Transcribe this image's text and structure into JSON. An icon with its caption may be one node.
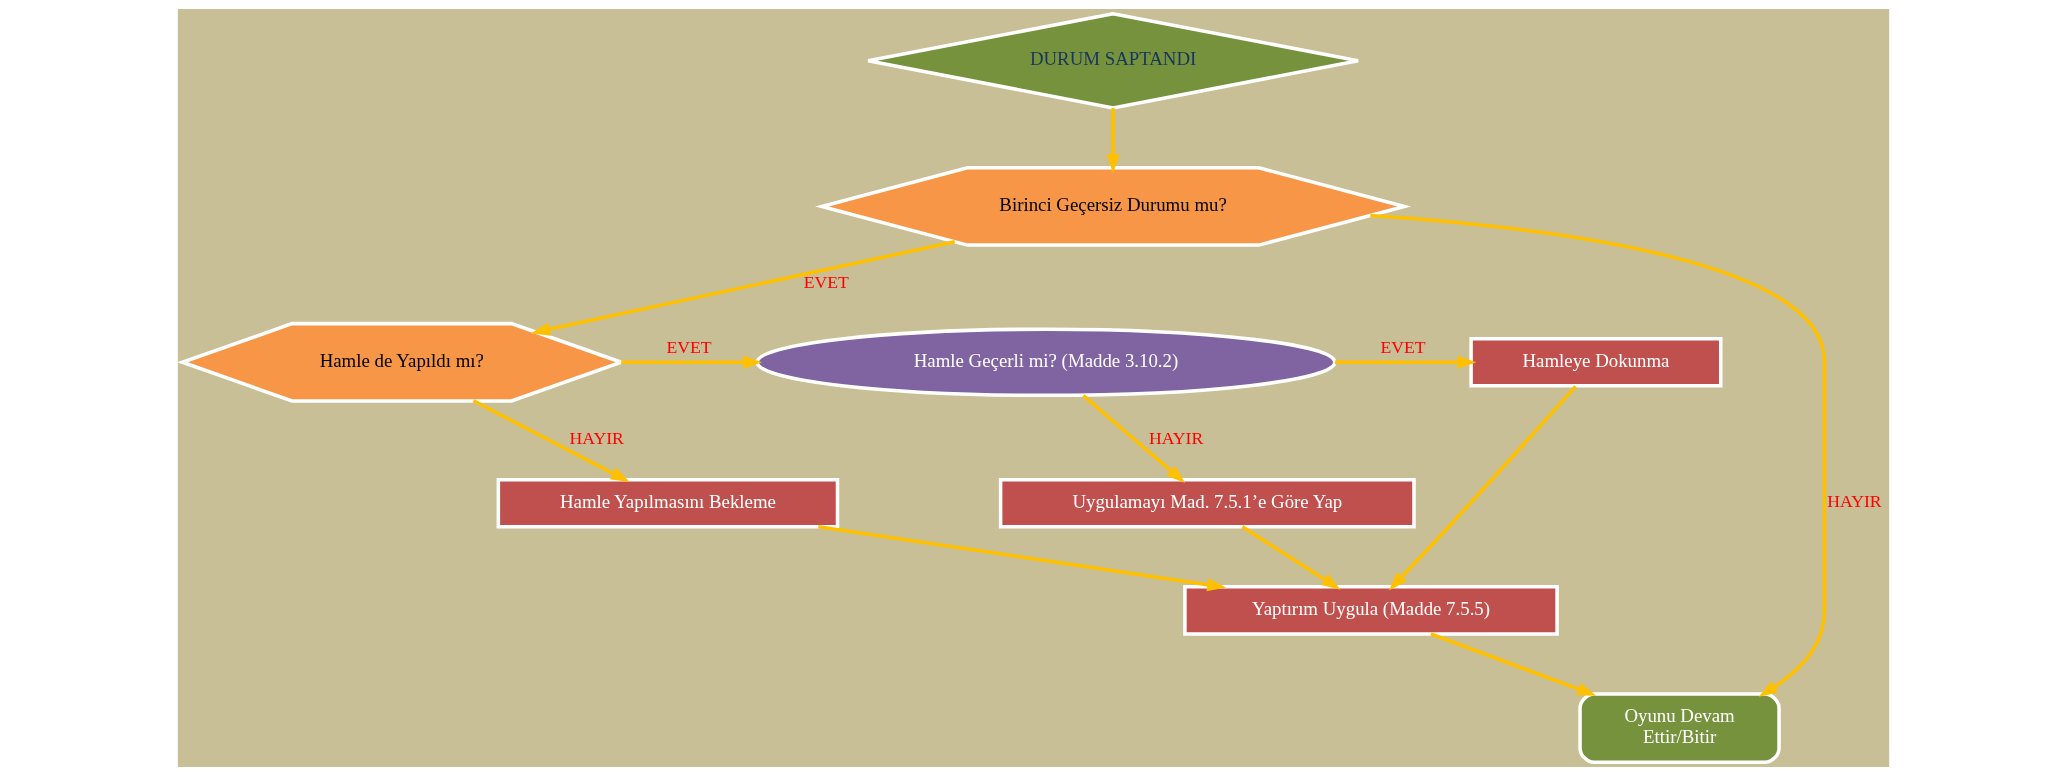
{
  "diagram": {
    "nodes": [
      {
        "text": [
          "DURUM SAPTANDI"
        ]
      },
      {
        "text": [
          "Birinci Geçersiz Durumu mu?"
        ]
      },
      {
        "text": [
          "Hamle de Yapıldı mı?"
        ]
      },
      {
        "text": [
          "Hamle Geçerli mi? (Madde 3.10.2)"
        ]
      },
      {
        "text": [
          "Hamleye Dokunma"
        ]
      },
      {
        "text": [
          "Hamle Yapılmasını Bekleme"
        ]
      },
      {
        "text": [
          "Uygulamayı Mad. 7.5.1’e Göre Yap"
        ]
      },
      {
        "text": [
          "Yaptırım Uygula (Madde 7.5.5)"
        ]
      },
      {
        "text": [
          "Oyunu Devam",
          "Ettir/Bitir"
        ]
      }
    ],
    "edges": [
      {
        "from": 0,
        "to": 1,
        "arrow": "to"
      },
      {
        "from": 1,
        "to": 2,
        "arrow": "to",
        "label": "EVET"
      },
      {
        "from": 2,
        "to": 3,
        "arrow": "to",
        "label": "EVET"
      },
      {
        "from": 3,
        "to": 4,
        "arrow": "to",
        "label": "EVET"
      },
      {
        "from": 2,
        "to": 5,
        "arrow": "to",
        "label": "HAYIR"
      },
      {
        "from": 3,
        "to": 6,
        "arrow": "to",
        "label": "HAYIR"
      },
      {
        "from": 1,
        "to": 8,
        "arrow": "to",
        "label": "HAYIR"
      },
      {
        "from": 5,
        "to": 7,
        "arrow": "to"
      },
      {
        "from": 6,
        "to": 7,
        "arrow": "to"
      },
      {
        "from": 4,
        "to": 7,
        "arrow": "to"
      },
      {
        "from": 7,
        "to": 8,
        "arrow": "to"
      }
    ]
  }
}
